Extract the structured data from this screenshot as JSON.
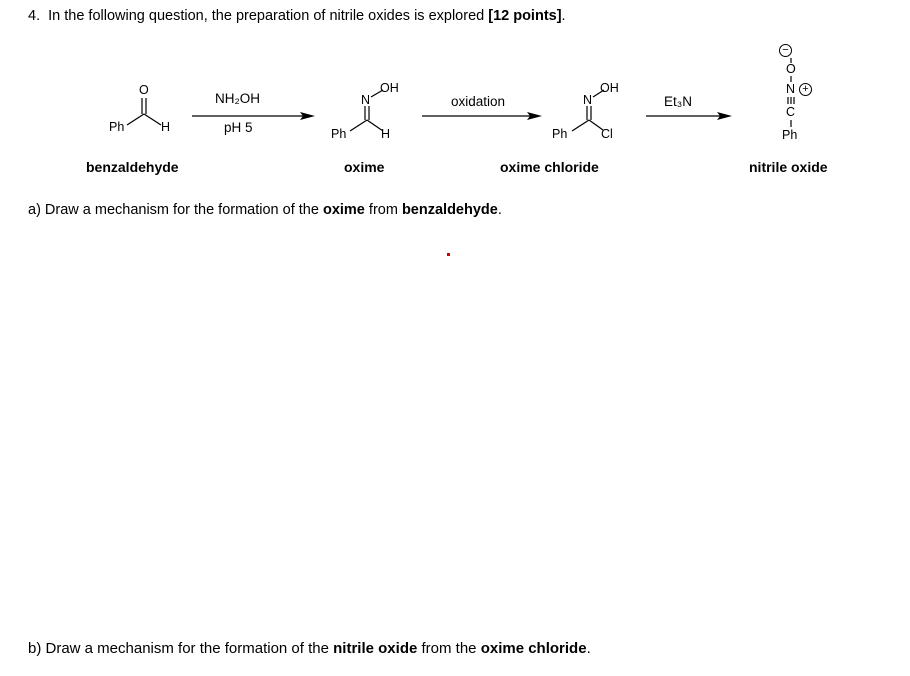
{
  "question": {
    "number_prefix": "4.",
    "intro": "In the following question, the preparation of nitrile oxides is explored ",
    "points": "[12 points]",
    "points_suffix": "."
  },
  "scheme": {
    "benzaldehyde": {
      "O": "O",
      "Ph": "Ph",
      "H": "H",
      "label": "benzaldehyde"
    },
    "step1": {
      "reagent_top": "NH₂OH",
      "reagent_bottom": "pH 5"
    },
    "oxime": {
      "N": "N",
      "OH": "OH",
      "Ph": "Ph",
      "H": "H",
      "label": "oxime"
    },
    "step2": {
      "reagent_top": "oxidation"
    },
    "oxime_chloride": {
      "N": "N",
      "OH": "OH",
      "Ph": "Ph",
      "Cl": "Cl",
      "label": "oxime chloride"
    },
    "step3": {
      "reagent_top": "Et₃N"
    },
    "nitrile_oxide": {
      "O": "O",
      "N": "N",
      "C": "C",
      "Ph": "Ph",
      "minus": "−",
      "plus": "+",
      "label": "nitrile oxide"
    }
  },
  "part_a": {
    "prefix": "a) Draw a mechanism for the formation of the ",
    "term1": "oxime",
    "middle": " from ",
    "term2": "benzaldehyde",
    "suffix": "."
  },
  "part_b": {
    "prefix": "b) Draw a mechanism for the formation of the ",
    "term1": "nitrile oxide",
    "middle": " from the ",
    "term2": "oxime chloride",
    "suffix": "."
  },
  "colors": {
    "text": "#000000",
    "stray_dot": "#cc0000"
  }
}
